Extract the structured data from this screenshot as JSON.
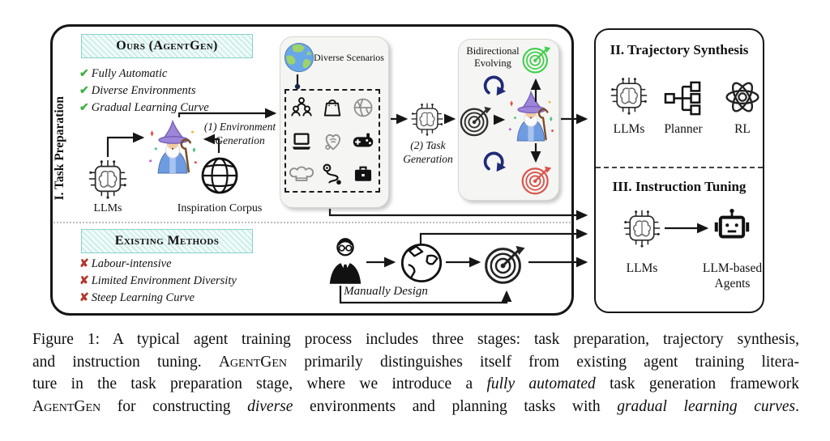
{
  "figure": {
    "stage1": {
      "label": "I. Task Preparation",
      "ours": {
        "title": "Ours (AgentGen)",
        "check_glyph": "✔",
        "check_color": "#3cb043",
        "items": [
          "Fully Automatic",
          "Diverse Environments",
          "Gradual Learning Curve"
        ]
      },
      "existing": {
        "title": "Existing Methods",
        "cross_glyph": "✘",
        "cross_color": "#b2352a",
        "items": [
          "Labour-intensive",
          "Limited Environment Diversity",
          "Steep Learning Curve"
        ]
      },
      "env_generation_line1": "(1) Environment",
      "env_generation_line2": "Generation",
      "llms_label": "LLMs",
      "inspiration_label": "Inspiration Corpus",
      "diverse_scenarios": {
        "title": "Diverse Scenarios",
        "icon_names": [
          "people",
          "shopping-bag",
          "basketball",
          "laptop",
          "heart-stethoscope",
          "gamepad",
          "chef-hat",
          "route",
          "briefcase"
        ]
      },
      "task_generation_line1": "(2) Task",
      "task_generation_line2": "Generation",
      "bidirectional": {
        "line1": "Bidirectional",
        "line2": "Evolving",
        "target_color_top": "#3ecf4a",
        "target_color_middle": "#2e2e2e",
        "target_color_bottom": "#d9534a",
        "loop_color": "#1f2a77"
      },
      "manually_design_label": "Manually Design"
    },
    "stage2": {
      "title": "II. Trajectory Synthesis",
      "items": [
        "LLMs",
        "Planner",
        "RL"
      ]
    },
    "stage3": {
      "title": "III. Instruction Tuning",
      "llms_label": "LLMs",
      "agents_line1": "LLM-based",
      "agents_line2": "Agents"
    },
    "colors": {
      "header_fill": "#cdeeea",
      "header_border": "#86d2cb",
      "gray_box_fill": "#f5f5f3",
      "wizard_hat": "#9d85da",
      "wizard_robe": "#6f9ce0"
    }
  },
  "caption": {
    "lines": [
      [
        {
          "t": "Figure 1: A typical agent training process includes three stages: task preparation, trajectory synthesis,"
        }
      ],
      [
        {
          "t": "and instruction tuning. "
        },
        {
          "t": "AgentGen",
          "s": "sc"
        },
        {
          "t": " primarily distinguishes itself from existing agent training litera-"
        }
      ],
      [
        {
          "t": "ture in the task preparation stage, where we introduce a "
        },
        {
          "t": "fully automated",
          "s": "i"
        },
        {
          "t": " task generation framework"
        }
      ],
      [
        {
          "t": "AgentGen",
          "s": "sc"
        },
        {
          "t": " for constructing "
        },
        {
          "t": "diverse",
          "s": "i"
        },
        {
          "t": " environments and planning tasks with "
        },
        {
          "t": "gradual learning curves",
          "s": "i"
        },
        {
          "t": "."
        }
      ]
    ]
  }
}
